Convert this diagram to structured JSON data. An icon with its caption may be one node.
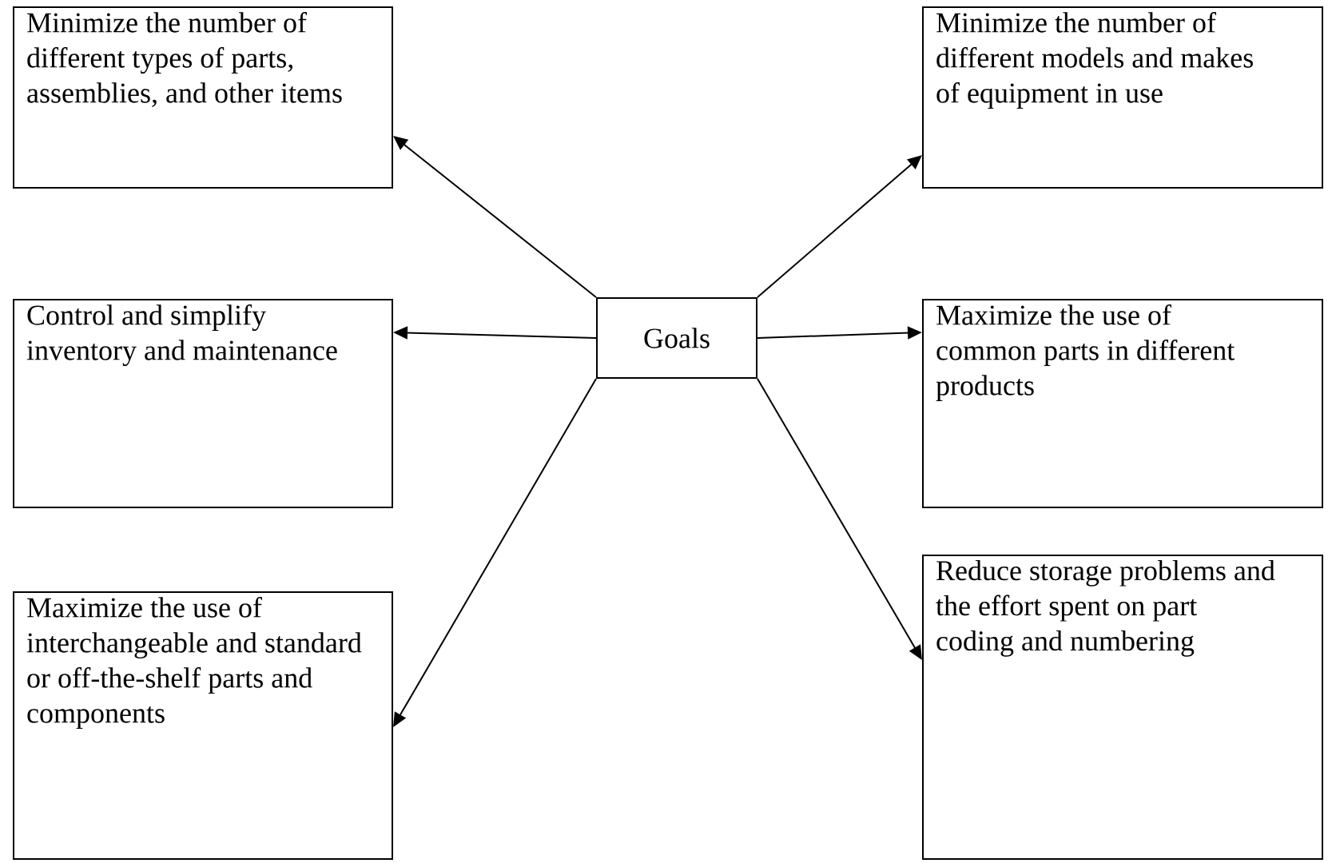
{
  "diagram": {
    "nodes": [
      {
        "text": [
          "Minimize the number of different types of parts, assemblies, and other items"
        ]
      },
      {
        "text": [
          "Minimize the number of different models and makes of equipment in use"
        ]
      },
      {
        "text": [
          "Control and simplify inventory and maintenance"
        ]
      },
      {
        "text": [
          "Goals"
        ]
      },
      {
        "text": [
          "Maximize the use of common parts in different products"
        ]
      },
      {
        "text": [
          "Maximize the use of interchangeable and standard or off-the-shelf parts and components"
        ]
      },
      {
        "text": [
          "Reduce storage problems and the effort spent on part coding and numbering"
        ]
      }
    ],
    "edges": [
      {
        "from": 3,
        "to": 0,
        "arrow": "to"
      },
      {
        "from": 3,
        "to": 1,
        "arrow": "to"
      },
      {
        "from": 3,
        "to": 2,
        "arrow": "to"
      },
      {
        "from": 3,
        "to": 4,
        "arrow": "to"
      },
      {
        "from": 3,
        "to": 5,
        "arrow": "to"
      },
      {
        "from": 3,
        "to": 6,
        "arrow": "to"
      }
    ]
  }
}
